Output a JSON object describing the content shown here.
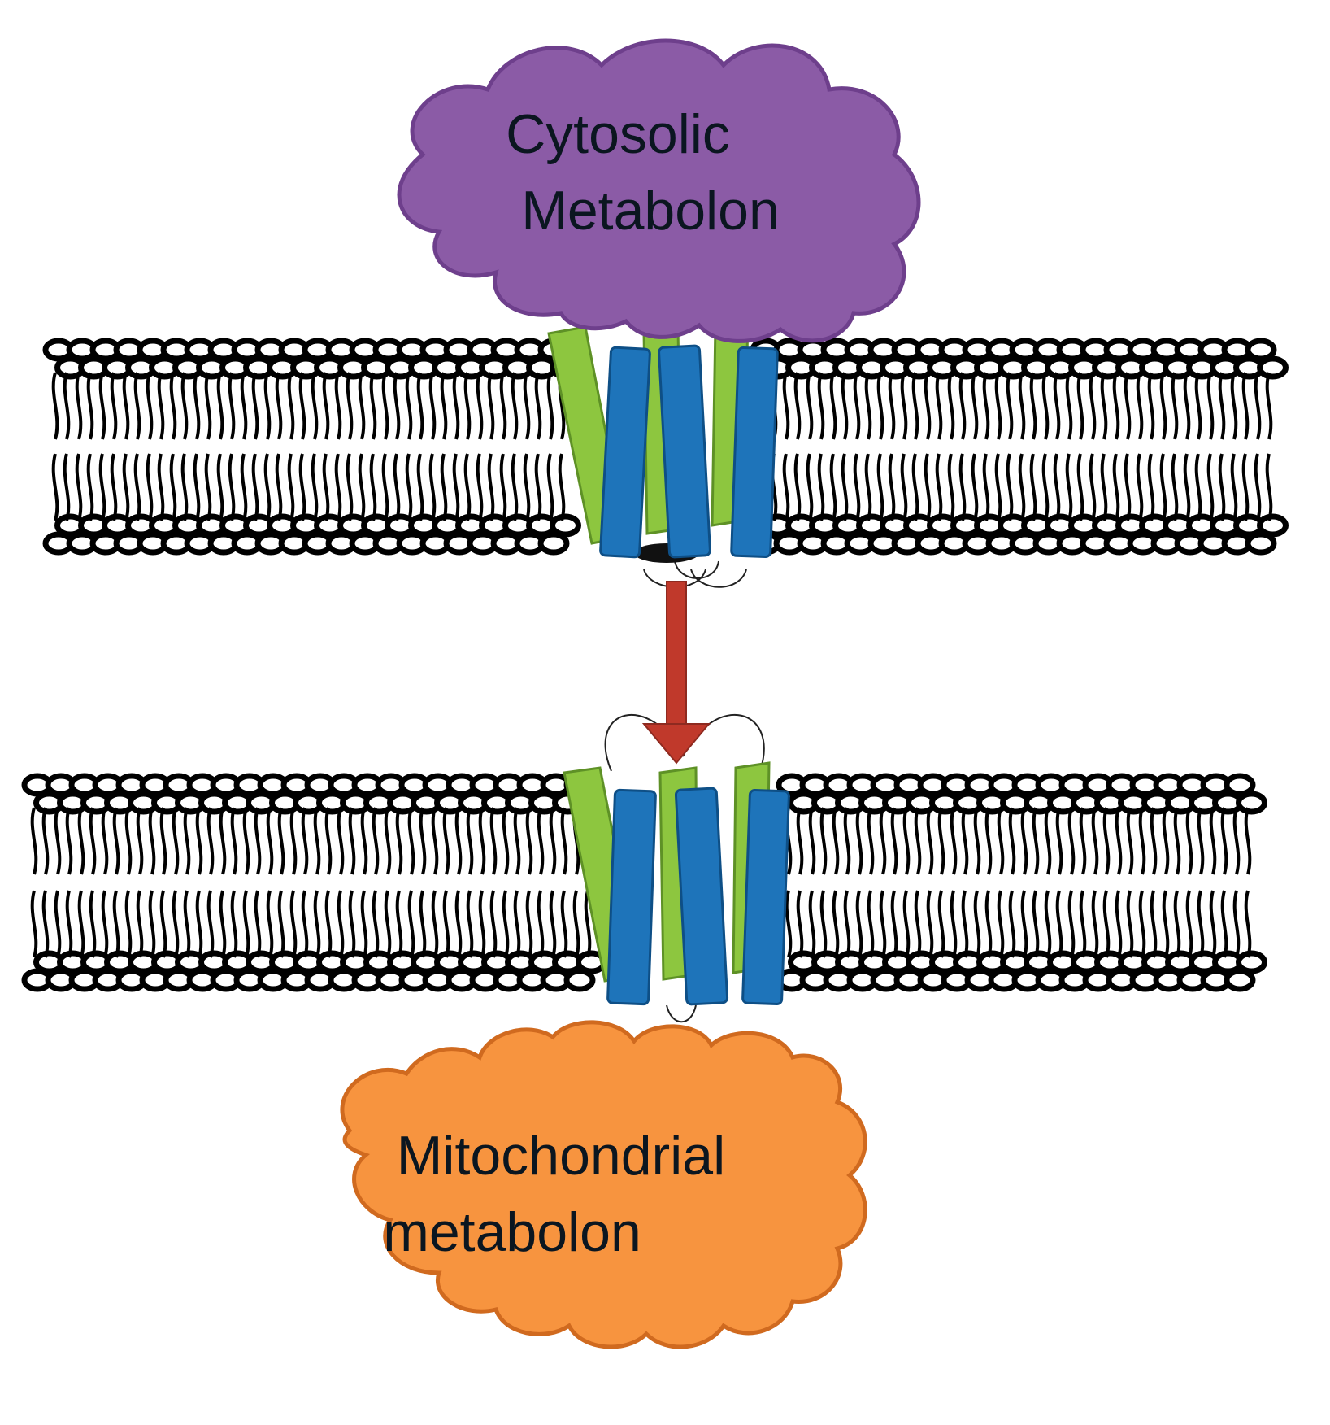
{
  "labels": {
    "cytosolic_line1": "Cytosolic",
    "cytosolic_line2": "Metabolon",
    "mito_line1": "Mitochondrial",
    "mito_line2": "metabolon"
  },
  "colors": {
    "cytosolic_fill": "#8B5BA6",
    "cytosolic_stroke": "#6E3F8C",
    "mito_fill": "#F7943F",
    "mito_stroke": "#D06A1F",
    "green_helix": "#8DC63F",
    "green_helix_dark": "#5E9126",
    "blue_helix": "#1E74BA",
    "blue_helix_dark": "#0E4F86",
    "arrow": "#C0392B",
    "lipid": "#000000"
  }
}
